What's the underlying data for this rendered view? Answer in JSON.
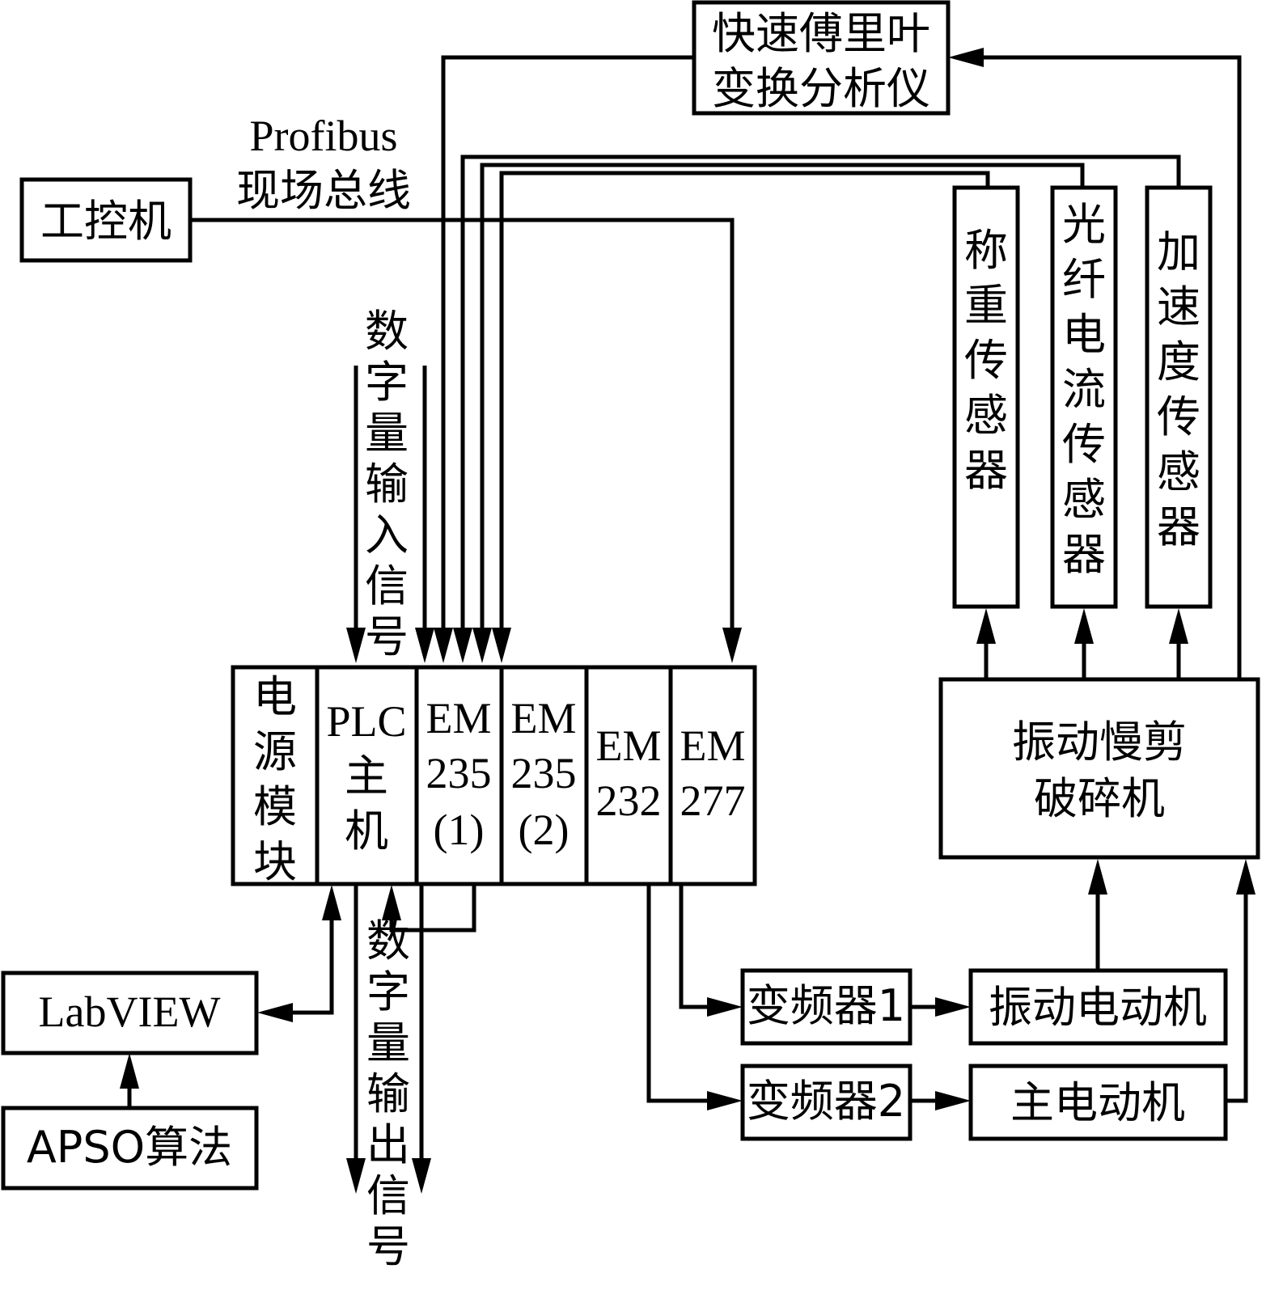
{
  "fft_analyzer": [
    "快速傅里叶",
    "变换分析仪"
  ],
  "ipc": "工控机",
  "profibus": [
    "Profibus",
    "现场总线"
  ],
  "digital_input": "数字量输入信号",
  "digital_output": "数字量输出信号",
  "sensors": {
    "weighing": "称重传感器",
    "fiber_current": "光纤电流传感器",
    "acceleration": "加速度传感器"
  },
  "plc_rack": {
    "power": [
      "电",
      "源",
      "模",
      "块"
    ],
    "plc_host": [
      "PLC",
      "主",
      "机"
    ],
    "em235_1": [
      "EM",
      "235",
      "(1)"
    ],
    "em235_2": [
      "EM",
      "235",
      "(2)"
    ],
    "em232": [
      "EM",
      "232"
    ],
    "em277": [
      "EM",
      "277"
    ]
  },
  "crusher": [
    "振动慢剪",
    "破碎机"
  ],
  "labview": "LabVIEW",
  "apso": "APSO算法",
  "inverter1": "变频器1",
  "inverter2": "变频器2",
  "vib_motor": "振动电动机",
  "main_motor": "主电动机"
}
